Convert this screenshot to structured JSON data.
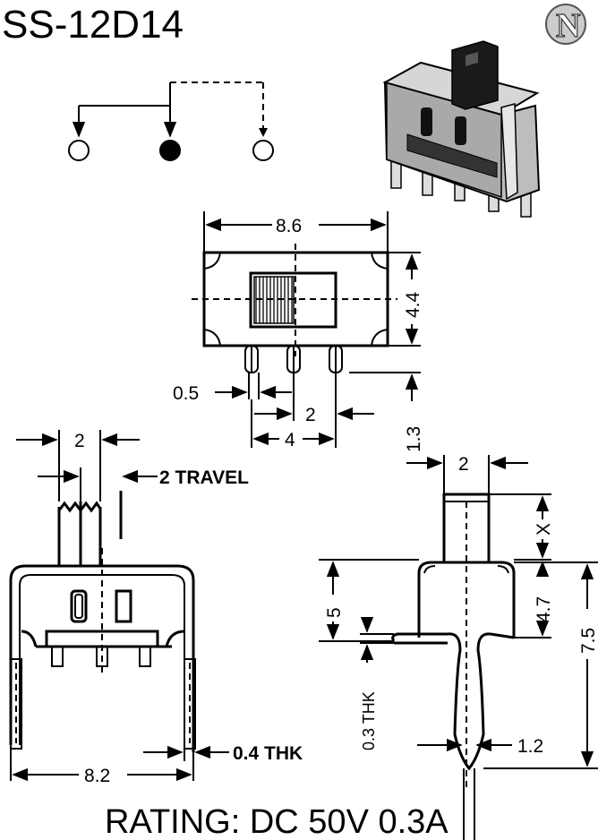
{
  "title": "SS-12D14",
  "logo_letter": "N",
  "rating": "RATING: DC 50V 0.3A",
  "dimensions": {
    "length": "8.6",
    "height": "4.4",
    "pin_width": "0.5",
    "pin_pitch": "2",
    "pin_span": "4",
    "pin_length": "1.3",
    "actuator_width_side": "2",
    "travel": "2 TRAVEL",
    "frame_width": "8.2",
    "thickness_side": "0.4 THK",
    "actuator_width_end": "2",
    "actuator_height": "X",
    "body_height": "5",
    "body_height_inner": "4.7",
    "total_height": "7.5",
    "plate_thickness": "0.3 THK",
    "pin_width_end": "1.2"
  },
  "colors": {
    "ink": "#000000",
    "background": "#ffffff",
    "logo_fill": "#cccccc"
  }
}
